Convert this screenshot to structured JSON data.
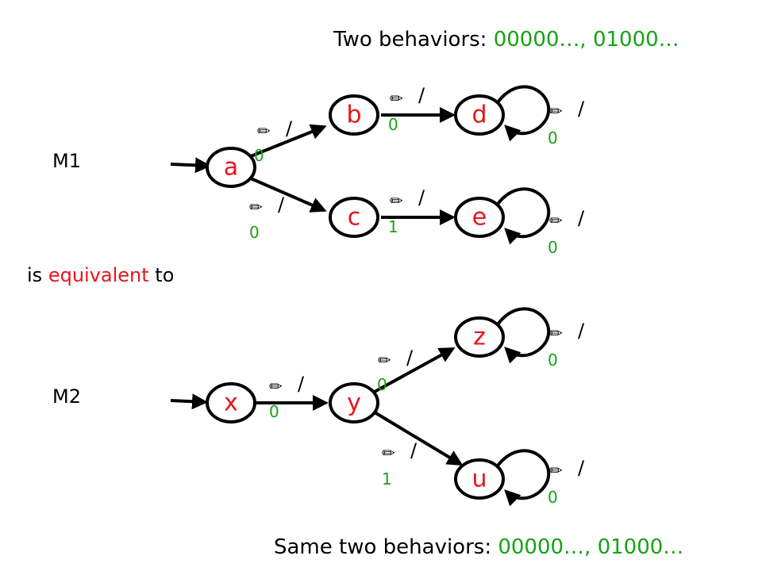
{
  "header": {
    "prefix": "Two behaviors: ",
    "behaviors": "00000…, 01000…"
  },
  "footer": {
    "prefix": "Same two behaviors: ",
    "behaviors": "00000…, 01000…"
  },
  "middle": {
    "before": "is ",
    "highlight": "equivalent",
    "after": " to"
  },
  "machines": [
    {
      "name": "M1",
      "states": [
        "a",
        "b",
        "c",
        "d",
        "e"
      ],
      "transitions": [
        {
          "from": "a",
          "to": "b",
          "input": "✏",
          "slash": "/",
          "output": "0"
        },
        {
          "from": "a",
          "to": "c",
          "input": "✏",
          "slash": "/",
          "output": "0"
        },
        {
          "from": "b",
          "to": "d",
          "input": "✏",
          "slash": "/",
          "output": "0"
        },
        {
          "from": "c",
          "to": "e",
          "input": "✏",
          "slash": "/",
          "output": "1"
        },
        {
          "from": "d",
          "to": "d",
          "input": "✏",
          "slash": "/",
          "output": "0"
        },
        {
          "from": "e",
          "to": "e",
          "input": "✏",
          "slash": "/",
          "output": "0"
        }
      ]
    },
    {
      "name": "M2",
      "states": [
        "x",
        "y",
        "z",
        "u"
      ],
      "transitions": [
        {
          "from": "x",
          "to": "y",
          "input": "✏",
          "slash": "/",
          "output": "0"
        },
        {
          "from": "y",
          "to": "z",
          "input": "✏",
          "slash": "/",
          "output": "0"
        },
        {
          "from": "y",
          "to": "u",
          "input": "✏",
          "slash": "/",
          "output": "1"
        },
        {
          "from": "z",
          "to": "z",
          "input": "✏",
          "slash": "/",
          "output": "0"
        },
        {
          "from": "u",
          "to": "u",
          "input": "✏",
          "slash": "/",
          "output": "0"
        }
      ]
    }
  ],
  "colors": {
    "accent_red": "#e8151b",
    "accent_green": "#16a316",
    "ink": "#000000"
  },
  "icons": {
    "input_symbol": "pencil-icon"
  }
}
